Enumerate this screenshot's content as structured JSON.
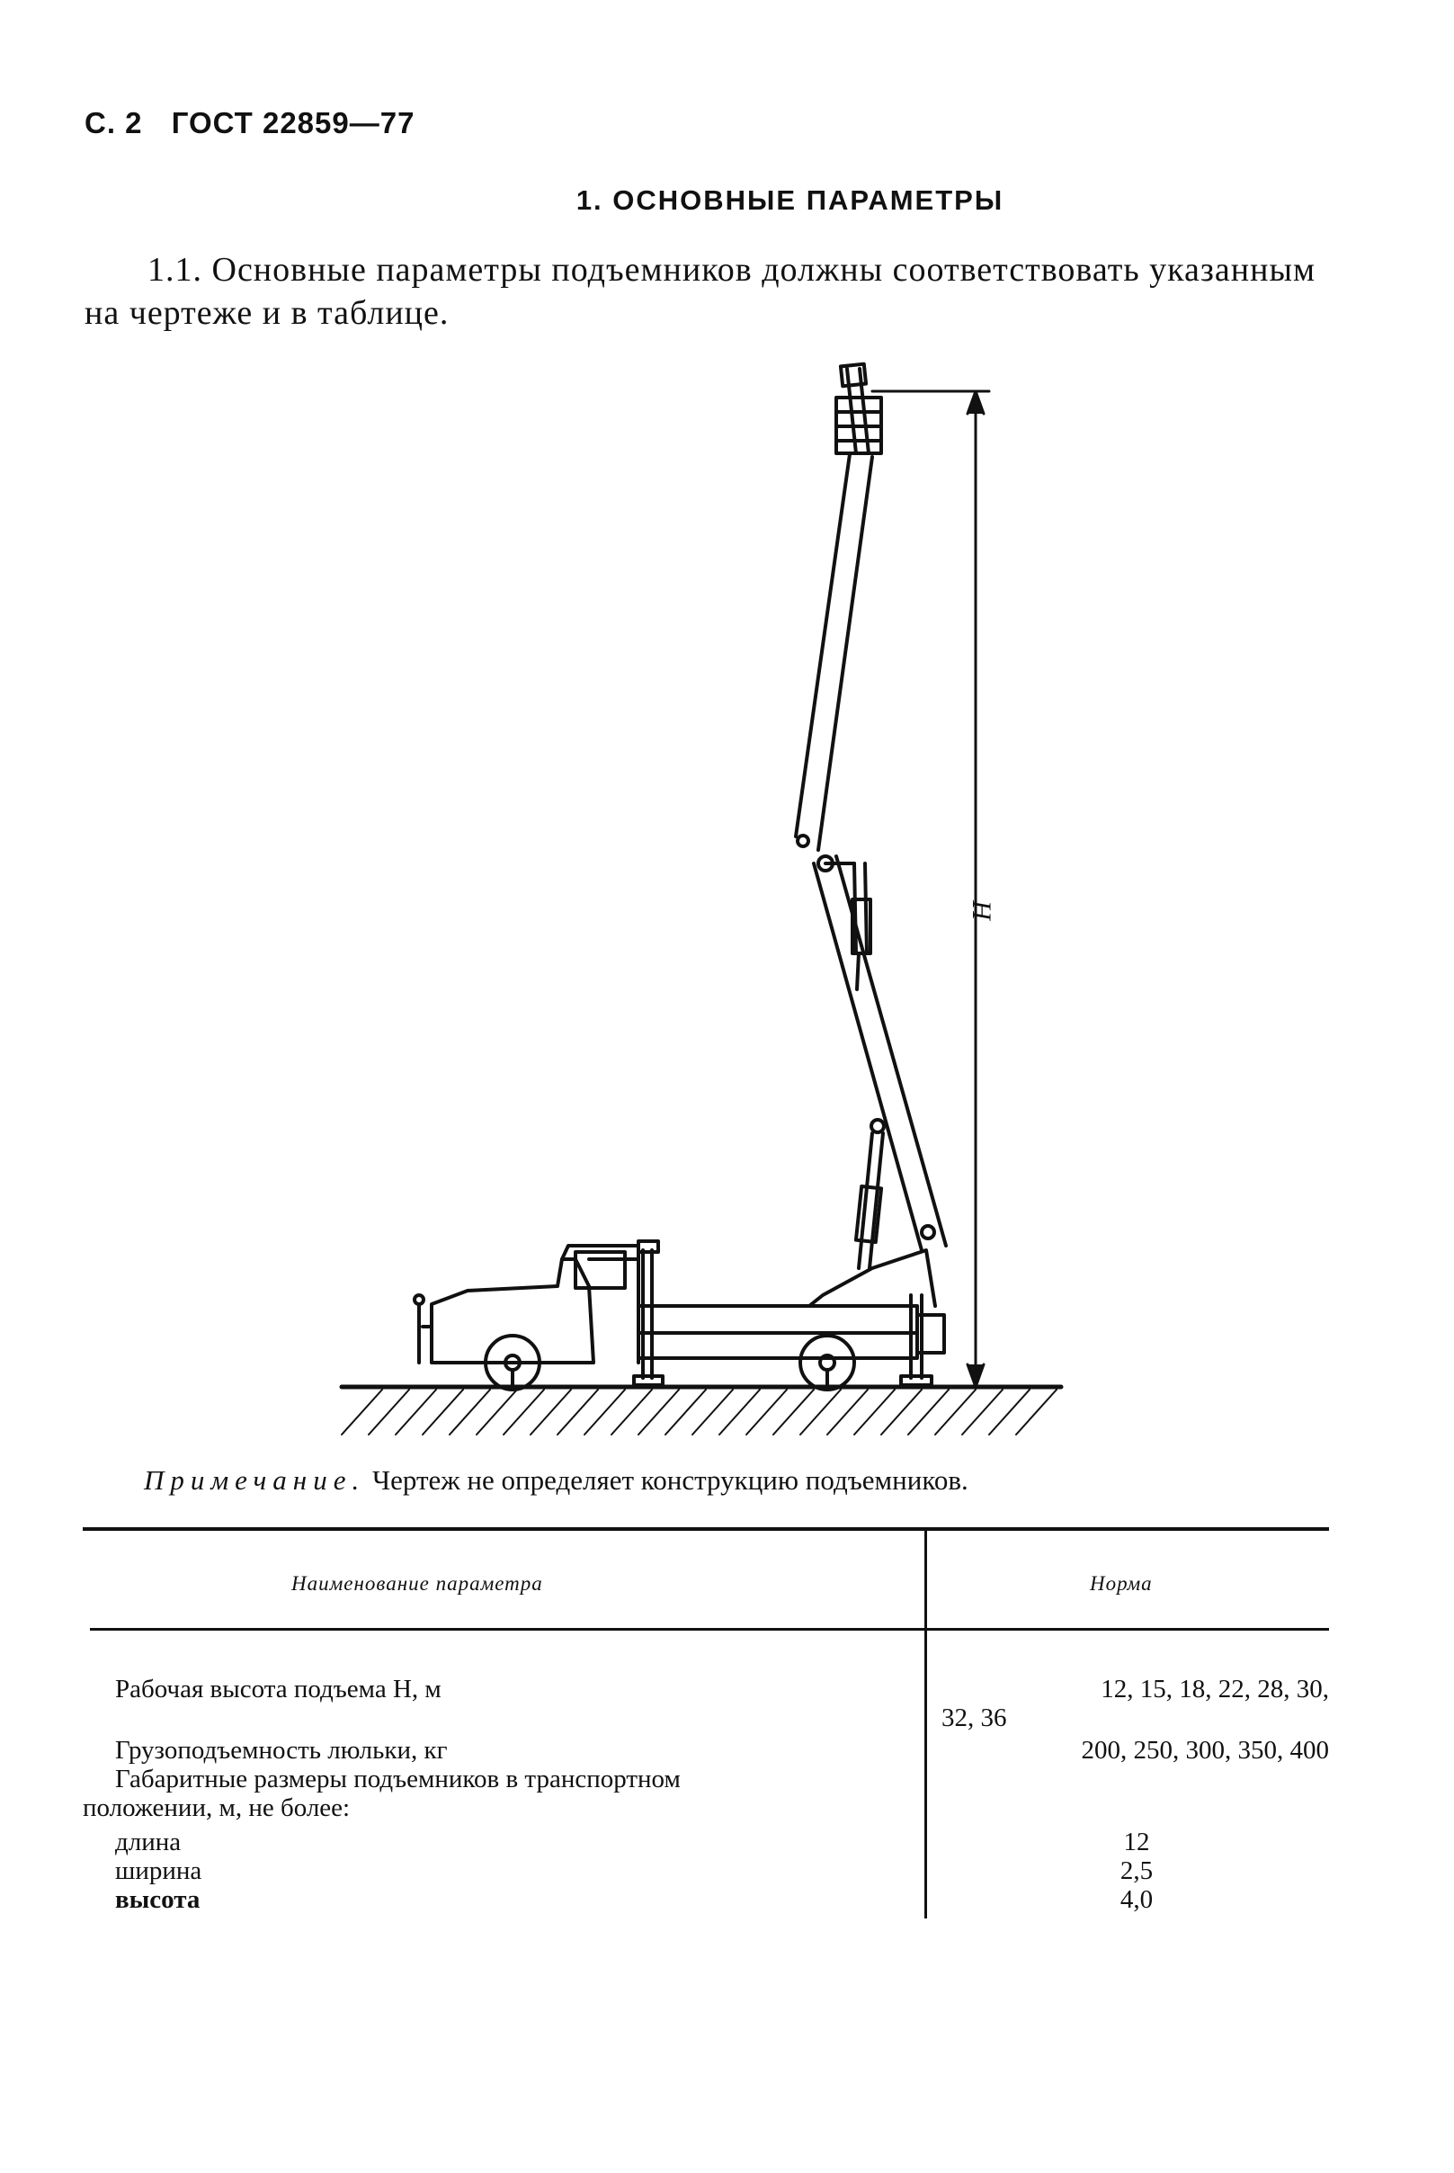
{
  "header": {
    "page": "С. 2",
    "standard": "ГОСТ 22859—77"
  },
  "section": {
    "title": "1. ОСНОВНЫЕ ПАРАМЕТРЫ"
  },
  "paragraph": "1.1. Основные параметры подъемников должны соответствовать указанным на чертеже и в таблице.",
  "drawing": {
    "dimension_label": "H"
  },
  "note": {
    "label": "Примечание.",
    "text": "Чертеж не определяет конструкцию подъемников."
  },
  "table": {
    "headers": [
      "Наименование параметра",
      "Норма"
    ],
    "rows": {
      "height_name": "Рабочая высота подъема Н, м",
      "height_value_line1": "12, 15, 18, 22, 28, 30,",
      "height_value_line2": "32, 36",
      "capacity_name": "Грузоподъемность люльки, кг",
      "capacity_value": "200, 250, 300, 350, 400",
      "dims_name_line1": "Габаритные размеры подъемников в транспортном",
      "dims_name_line2": "положении, м, не более:",
      "length_name": "длина",
      "length_value": "12",
      "width_name": "ширина",
      "width_value": "2,5",
      "tall_name": "высота",
      "tall_value": "4,0"
    }
  }
}
